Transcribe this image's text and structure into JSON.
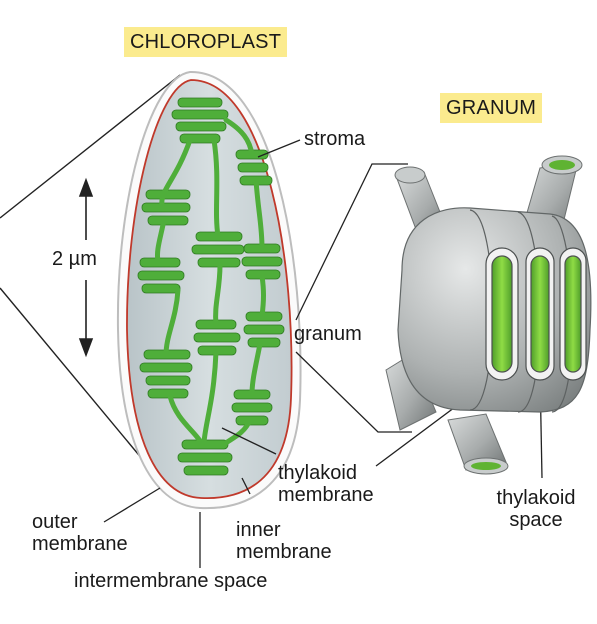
{
  "titles": {
    "chloroplast": "CHLOROPLAST",
    "granum": "GRANUM"
  },
  "labels": {
    "stroma": "stroma",
    "scale": "2 µm",
    "granum": "granum",
    "thylakoid_membrane": "thylakoid\nmembrane",
    "thylakoid_space": "thylakoid\nspace",
    "outer_membrane": "outer\nmembrane",
    "inner_membrane": "inner\nmembrane",
    "intermembrane_space": "intermembrane space"
  },
  "colors": {
    "title_highlight": "#fbeb8e",
    "outer_membrane": "#cfcfcf",
    "inner_membrane": "#c0392b",
    "stroma": "#c9d3d6",
    "thylakoid_green": "#4fae3a",
    "granum_gray": "#a9adad",
    "lumen_green": "#7ccf3b"
  }
}
